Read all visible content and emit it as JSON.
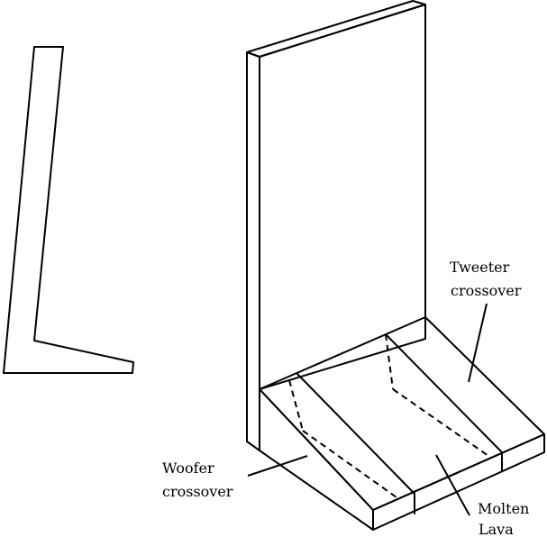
{
  "labels": {
    "tweeter_line1": "Tweeter",
    "tweeter_line2": "crossover",
    "woofer_line1": "Woofer",
    "woofer_line2": "crossover",
    "molten_line1": "Molten",
    "molten_line2": "Lava"
  },
  "colors": {
    "ink": "#000000",
    "background": "#ffffff"
  }
}
